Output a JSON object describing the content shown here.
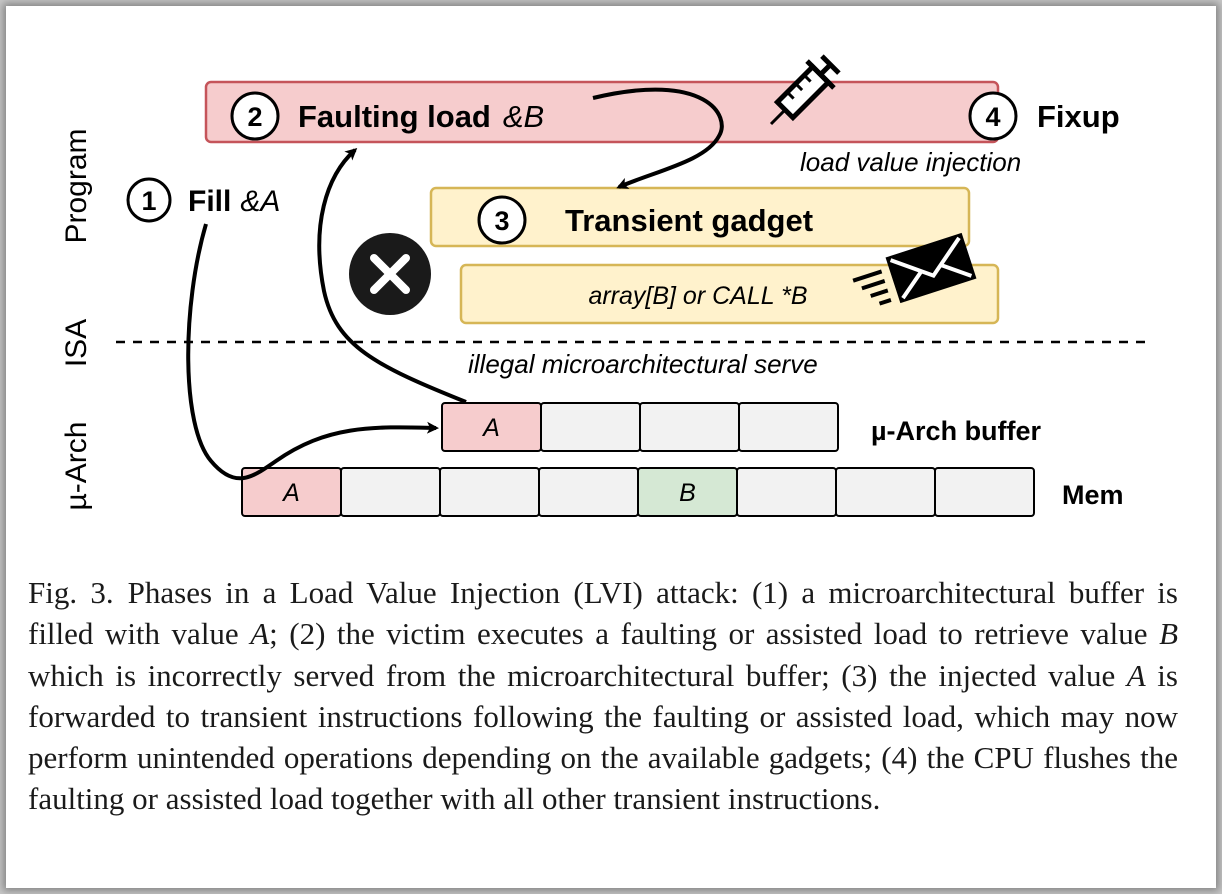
{
  "diagram": {
    "layers": {
      "program": "Program",
      "isa": "ISA",
      "uarch": "µ-Arch"
    },
    "faulting_load": {
      "step": "2",
      "label": "Faulting load",
      "operand": "&B"
    },
    "fixup": {
      "step": "4",
      "label": "Fixup"
    },
    "fill": {
      "step": "1",
      "label": "Fill",
      "operand": "&A"
    },
    "transient_gadget": {
      "step": "3",
      "label": "Transient gadget"
    },
    "gadget_code": "array[B] or CALL *B",
    "injection_label": "load value injection",
    "serve_label": "illegal microarchitectural serve",
    "buffer": {
      "label": "µ-Arch buffer",
      "cells": [
        "A",
        "",
        "",
        ""
      ]
    },
    "memory": {
      "label": "Mem",
      "cells": [
        "A",
        "",
        "",
        "",
        "B",
        "",
        "",
        ""
      ]
    },
    "colors": {
      "faulting_fill": "#f6cccd",
      "faulting_stroke": "#c5545a",
      "gadget_fill": "#fff2cc",
      "gadget_stroke": "#d6b656",
      "cell_red": "#f6cccd",
      "cell_green": "#d5e8d4",
      "cell_gray": "#f2f2f2"
    },
    "icons": {
      "injection": "syringe-icon",
      "exfiltration": "envelope-icon",
      "abort": "close-icon"
    }
  },
  "caption": {
    "label": "Fig. 3.",
    "text_1": "Phases in a Load Value Injection (LVI) attack: (1) a microarchitectural buffer is filled with value ",
    "var_a": "A",
    "text_2": "; (2) the victim executes a faulting or assisted load to retrieve value ",
    "var_b": "B",
    "text_3": " which is incorrectly served from the microarchitectural buffer; (3) the injected value ",
    "var_a2": "A",
    "text_4": " is forwarded to transient instructions following the faulting or assisted load, which may now perform unintended operations depending on the available gadgets; (4) the CPU flushes the faulting or assisted load together with all other transient instructions."
  }
}
